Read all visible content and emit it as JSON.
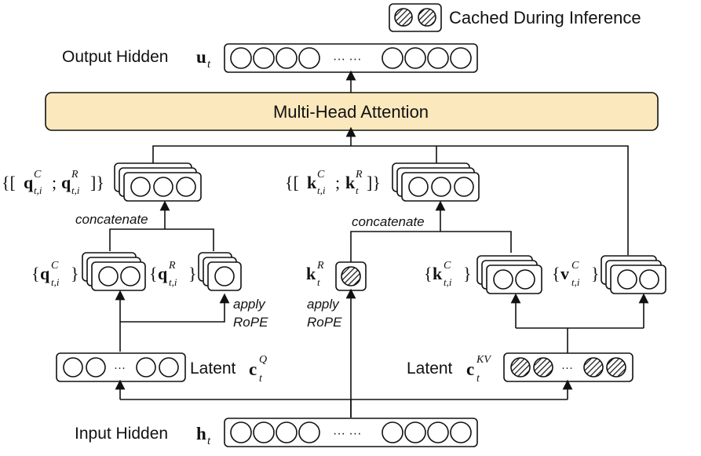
{
  "legend": {
    "label": "Cached During Inference"
  },
  "output": {
    "label": "Output Hidden",
    "symbol": "u",
    "subscript": "t",
    "ellipsis": "··· ···"
  },
  "attention": {
    "label": "Multi-Head Attention"
  },
  "query_concat": {
    "open": "{[",
    "q": "q",
    "sep": ";",
    "close": "]}",
    "sup_c": "C",
    "sup_r": "R",
    "sub": "t,i"
  },
  "key_concat": {
    "open": "{[",
    "k": "k",
    "sep": ";",
    "close": "]}",
    "sup_c": "C",
    "sup_r": "R",
    "sub_ci": "t,i",
    "sub_r": "t"
  },
  "concat_label_q": "concatenate",
  "concat_label_k": "concatenate",
  "q_c": {
    "open": "{",
    "symbol": "q",
    "sup": "C",
    "sub": "t,i",
    "close": "}"
  },
  "q_r": {
    "open": "{",
    "symbol": "q",
    "sup": "R",
    "sub": "t,i",
    "close": "}"
  },
  "k_r": {
    "symbol": "k",
    "sup": "R",
    "sub": "t"
  },
  "k_c": {
    "open": "{",
    "symbol": "k",
    "sup": "C",
    "sub": "t,i",
    "close": "}"
  },
  "v_c": {
    "open": "{",
    "symbol": "v",
    "sup": "C",
    "sub": "t,i",
    "close": "}"
  },
  "apply_rope_q": {
    "line1": "apply",
    "line2": "RoPE"
  },
  "apply_rope_k": {
    "line1": "apply",
    "line2": "RoPE"
  },
  "latent_q": {
    "label": "Latent",
    "symbol": "c",
    "sup": "Q",
    "sub": "t",
    "ellipsis": "···"
  },
  "latent_kv": {
    "label": "Latent",
    "symbol": "c",
    "sup": "KV",
    "sub": "t",
    "ellipsis": "···"
  },
  "input": {
    "label": "Input Hidden",
    "symbol": "h",
    "subscript": "t",
    "ellipsis": "··· ···"
  },
  "colors": {
    "attention_fill": "#fbe9bd",
    "stroke": "#111111"
  }
}
